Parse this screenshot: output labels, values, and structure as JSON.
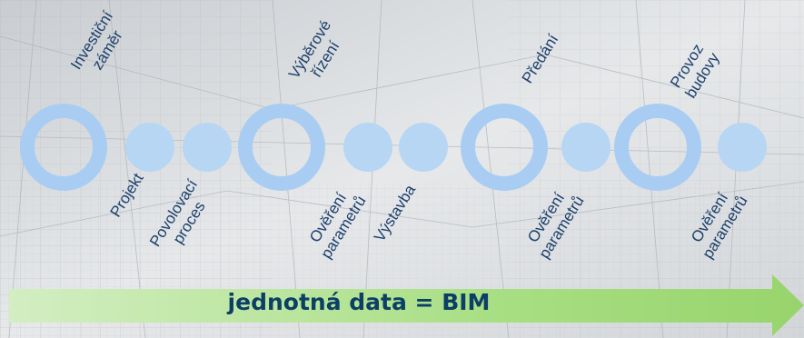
{
  "phases": [
    {
      "lines": [
        "Investiční",
        "záměr"
      ]
    },
    {
      "lines": [
        "Výběrové",
        "řízení"
      ]
    },
    {
      "lines": [
        "Předání"
      ]
    },
    {
      "lines": [
        "Provoz",
        "budovy"
      ]
    }
  ],
  "steps": [
    {
      "lines": [
        "Projekt"
      ]
    },
    {
      "lines": [
        "Povolovací",
        "proces"
      ]
    },
    {
      "lines": [
        "Ověření",
        "parametrů"
      ]
    },
    {
      "lines": [
        "Výstavba"
      ]
    },
    {
      "lines": [
        "Ověření",
        "parametrů"
      ]
    },
    {
      "lines": [
        "Ověření",
        "parametrů"
      ]
    }
  ],
  "arrow": {
    "label": "jednotná data = BIM"
  },
  "colors": {
    "ring": "#a9cdf2",
    "ring_inner": "#8fb0c6",
    "dot": "#b7d6f4",
    "arrow": "#a6dd7f",
    "text": "#1a3f6b",
    "arrow_text": "#0b3f66"
  }
}
